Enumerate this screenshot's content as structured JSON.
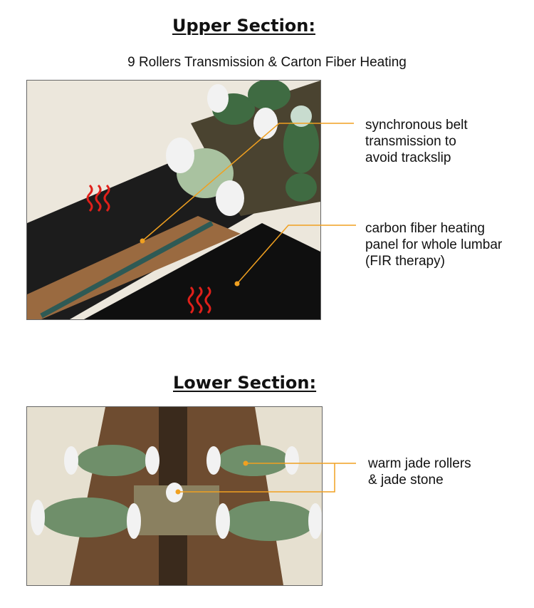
{
  "upper": {
    "title": "Upper Section:",
    "subtitle": "9 Rollers Transmission & Carton Fiber Heating",
    "callouts": [
      {
        "lines": [
          "synchronous belt",
          "transmission to",
          "avoid trackslip"
        ]
      },
      {
        "lines": [
          "carbon fiber heating",
          "panel for whole lumbar",
          "(FIR therapy)"
        ]
      }
    ]
  },
  "lower": {
    "title": "Lower Section:",
    "callouts": [
      {
        "lines": [
          "warm jade rollers",
          "& jade stone"
        ]
      }
    ]
  },
  "colors": {
    "callout_line": "#f0a020",
    "heat_icon": "#e0201a",
    "jade": "#6f8f6a"
  }
}
